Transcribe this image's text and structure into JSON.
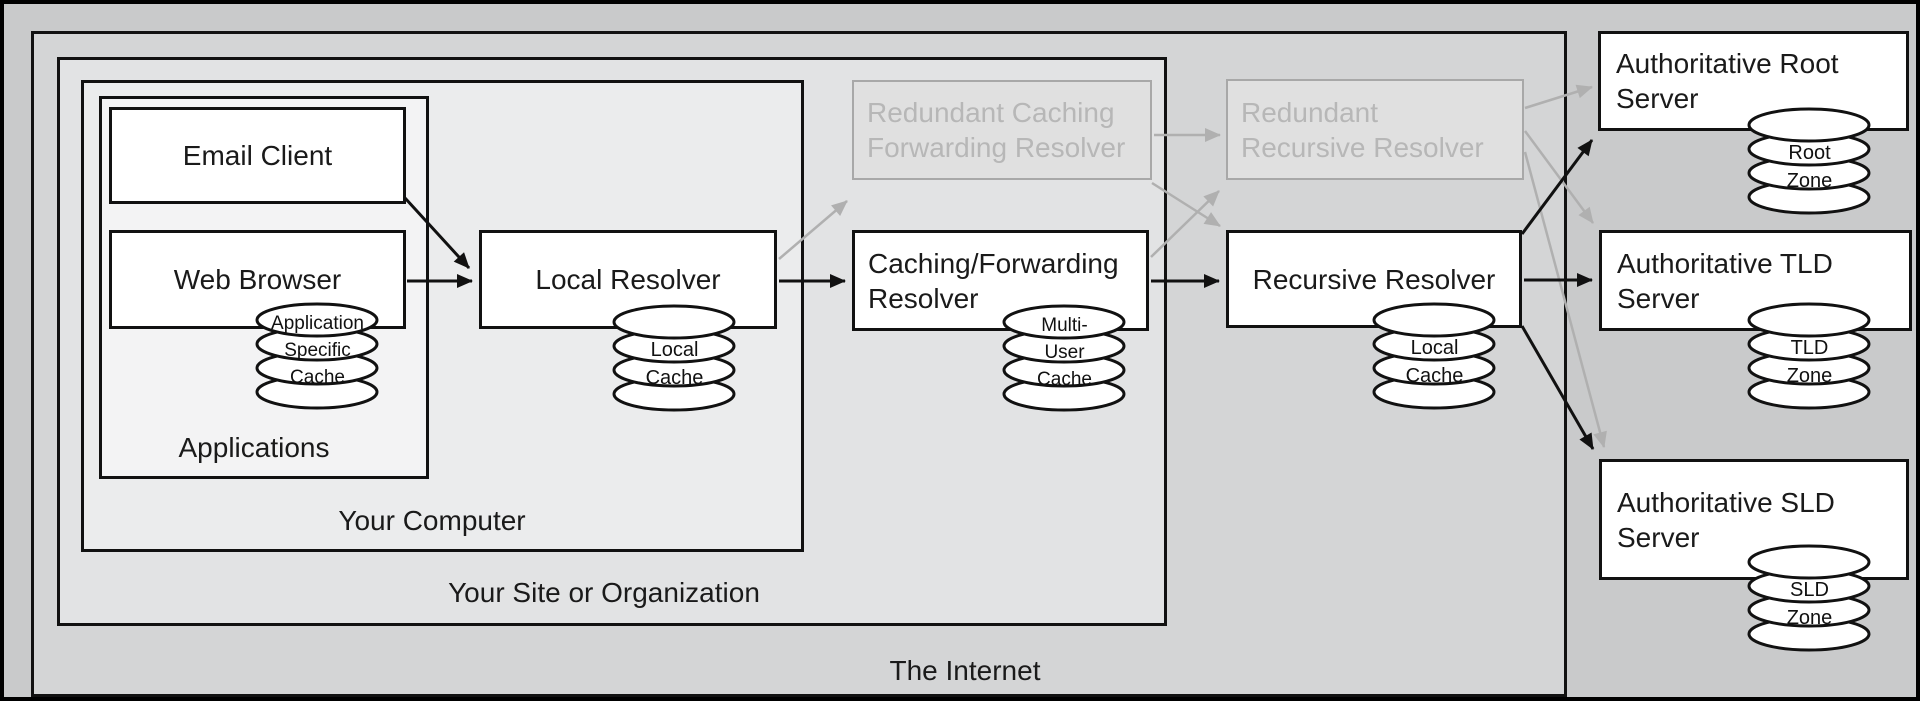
{
  "regions": {
    "internet": {
      "label": "The Internet"
    },
    "site": {
      "label": "Your Site or Organization"
    },
    "computer": {
      "label": "Your Computer"
    },
    "applications": {
      "label": "Applications"
    }
  },
  "nodes": {
    "email_client": {
      "label": "Email Client"
    },
    "web_browser": {
      "label": "Web Browser"
    },
    "local_resolver": {
      "label": "Local Resolver"
    },
    "caching_forwarding_resolver": {
      "lines": [
        "Caching/Forwarding",
        "Resolver"
      ]
    },
    "recursive_resolver": {
      "label": "Recursive Resolver"
    },
    "redundant_caching_forwarding_resolver": {
      "lines": [
        "Redundant Caching",
        "Forwarding Resolver"
      ],
      "state": "inactive"
    },
    "redundant_recursive_resolver": {
      "lines": [
        "Redundant",
        "Recursive Resolver"
      ],
      "state": "inactive"
    },
    "authoritative_root_server": {
      "lines": [
        "Authoritative Root",
        "Server"
      ]
    },
    "authoritative_tld_server": {
      "lines": [
        "Authoritative TLD",
        "Server"
      ]
    },
    "authoritative_sld_server": {
      "lines": [
        "Authoritative SLD",
        "Server"
      ]
    }
  },
  "cylinders": {
    "application_specific_cache": {
      "lines": [
        "Application",
        "Specific",
        "Cache"
      ]
    },
    "local_resolver_cache": {
      "lines": [
        "Local",
        "Cache"
      ]
    },
    "multi_user_cache": {
      "lines": [
        "Multi-",
        "User",
        "Cache"
      ]
    },
    "recursive_resolver_cache": {
      "lines": [
        "Local",
        "Cache"
      ]
    },
    "root_zone": {
      "lines": [
        "Root",
        "Zone"
      ]
    },
    "tld_zone": {
      "lines": [
        "TLD",
        "Zone"
      ]
    },
    "sld_zone": {
      "lines": [
        "SLD",
        "Zone"
      ]
    }
  },
  "colors": {
    "outer_background": "#c9cacb",
    "internet_fill": "#d4d5d6",
    "site_fill": "#e2e3e4",
    "computer_fill": "#ebeced",
    "applications_fill": "#f3f3f4",
    "node_fill": "#ffffff",
    "node_border": "#111111",
    "inactive_fill": "#e0e0e0",
    "inactive_border": "#a8a8a8",
    "inactive_text": "#b7b7b7",
    "active_arrow": "#111111",
    "inactive_arrow": "#b0b0b0",
    "text": "#1a1a1a"
  }
}
